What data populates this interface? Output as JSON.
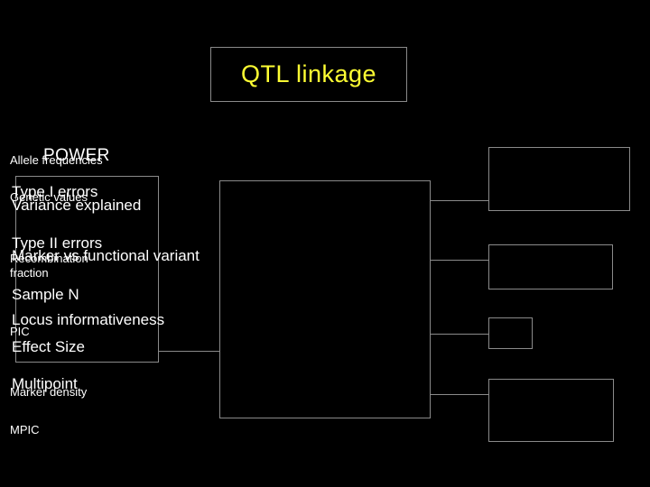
{
  "slide": {
    "title": "QTL linkage",
    "title_color": "#ffff33",
    "background_color": "#000000",
    "text_color": "#ffffff",
    "border_color": "#8a8a8a"
  },
  "columns": {
    "left": {
      "header": "POWER",
      "items": [
        {
          "label": "Type I errors"
        },
        {
          "label": "Type II errors"
        },
        {
          "label": "Sample N"
        },
        {
          "label": "Effect Size"
        }
      ]
    },
    "middle": {
      "header": "",
      "items": [
        {
          "label": "Variance explained"
        },
        {
          "label": "Marker vs functional variant"
        },
        {
          "label": "Locus informativeness"
        },
        {
          "label": "Multipoint"
        }
      ]
    },
    "right": {
      "groups": [
        {
          "items": [
            "Allele frequencies",
            "Genetic values"
          ]
        },
        {
          "items": [
            "Recombination fraction"
          ]
        },
        {
          "items": [
            "PIC"
          ]
        },
        {
          "items": [
            "Marker density",
            "MPIC"
          ]
        }
      ]
    }
  },
  "connectors": [
    {
      "name": "power-to-middle"
    },
    {
      "name": "middle-to-allele-frequencies"
    },
    {
      "name": "middle-to-recombination-fraction"
    },
    {
      "name": "middle-to-pic"
    },
    {
      "name": "middle-to-marker-density"
    }
  ]
}
